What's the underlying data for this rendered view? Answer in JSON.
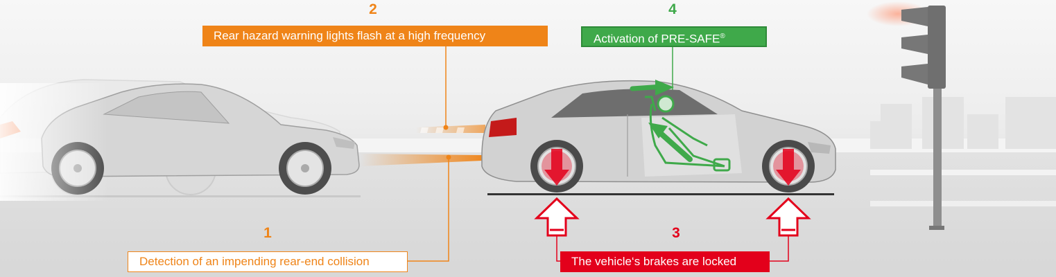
{
  "steps": [
    {
      "number": "1",
      "text": "Detection of an impending rear-end collision",
      "color": "#ef8418"
    },
    {
      "number": "2",
      "text": "Rear hazard warning lights flash at a high frequency",
      "color": "#ef8418"
    },
    {
      "number": "3",
      "text": "The vehicle‘s brakes are locked",
      "color": "#e3001b"
    },
    {
      "number": "4",
      "text": "Activation of PRE-SAFE",
      "text_mark": "®",
      "color": "#3fa94a"
    }
  ],
  "colors": {
    "orange": "#ef8418",
    "green": "#3fa94a",
    "red": "#e3001b",
    "car_body": "#d2d2d2",
    "ghost_car": "#e0e0e0"
  },
  "icons": [
    "approaching-car",
    "braking-car",
    "traffic-light",
    "skyline",
    "occupant-seat",
    "brake-arrow"
  ]
}
